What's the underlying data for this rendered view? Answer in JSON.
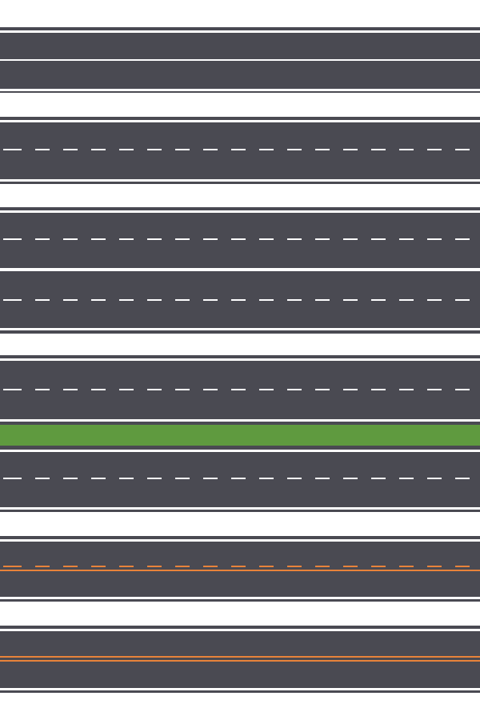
{
  "colors": {
    "background": "#ffffff",
    "asphalt": "#4a4a52",
    "white_marking": "#ffffff",
    "orange_marking": "#e8833a",
    "grass_median": "#5f9a3f",
    "median_border": "#4a4a52"
  },
  "roads": [
    {
      "name": "road-two-lane-solid-center",
      "markings": [
        "solid-white-edges",
        "solid-white-center"
      ]
    },
    {
      "name": "road-two-lane-dashed-center",
      "markings": [
        "solid-white-edges",
        "dashed-white-center"
      ]
    },
    {
      "name": "road-four-lane-undivided",
      "markings": [
        "solid-white-edges",
        "dashed-white-lanes"
      ]
    },
    {
      "name": "road-four-lane-divided-grass-median",
      "markings": [
        "solid-white-edges",
        "dashed-white-lanes",
        "grass-median"
      ]
    },
    {
      "name": "road-orange-dashed-center",
      "markings": [
        "solid-white-edges",
        "dashed-orange-center"
      ]
    },
    {
      "name": "road-orange-double-solid-center",
      "markings": [
        "solid-white-edges",
        "double-solid-orange-center"
      ]
    }
  ]
}
